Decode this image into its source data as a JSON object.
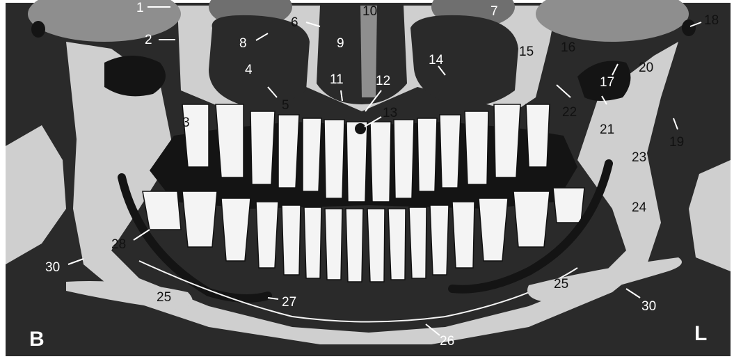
{
  "figure": {
    "corner_left": "B",
    "corner_right": "L",
    "colors": {
      "background": "#2a2a2a",
      "mid_gray": "#8e8e8e",
      "light_gray": "#cfcfcf",
      "tooth": "#f4f4f4",
      "dark_region": "#141414"
    }
  },
  "labels": [
    {
      "id": "l1",
      "text": "1"
    },
    {
      "id": "l2",
      "text": "2"
    },
    {
      "id": "l3",
      "text": "3"
    },
    {
      "id": "l4",
      "text": "4"
    },
    {
      "id": "l5",
      "text": "5"
    },
    {
      "id": "l6",
      "text": "6"
    },
    {
      "id": "l7",
      "text": "7"
    },
    {
      "id": "l8",
      "text": "8"
    },
    {
      "id": "l9",
      "text": "9"
    },
    {
      "id": "l10",
      "text": "10"
    },
    {
      "id": "l11",
      "text": "11"
    },
    {
      "id": "l12",
      "text": "12"
    },
    {
      "id": "l13",
      "text": "13"
    },
    {
      "id": "l14",
      "text": "14"
    },
    {
      "id": "l15",
      "text": "15"
    },
    {
      "id": "l16",
      "text": "16"
    },
    {
      "id": "l17",
      "text": "17"
    },
    {
      "id": "l18",
      "text": "18"
    },
    {
      "id": "l19",
      "text": "19"
    },
    {
      "id": "l20",
      "text": "20"
    },
    {
      "id": "l21",
      "text": "21"
    },
    {
      "id": "l22",
      "text": "22"
    },
    {
      "id": "l23",
      "text": "23"
    },
    {
      "id": "l24",
      "text": "24"
    },
    {
      "id": "l25a",
      "text": "25"
    },
    {
      "id": "l25b",
      "text": "25"
    },
    {
      "id": "l26",
      "text": "26"
    },
    {
      "id": "l27",
      "text": "27"
    },
    {
      "id": "l28",
      "text": "28"
    },
    {
      "id": "l30a",
      "text": "30"
    },
    {
      "id": "l30b",
      "text": "30"
    }
  ]
}
